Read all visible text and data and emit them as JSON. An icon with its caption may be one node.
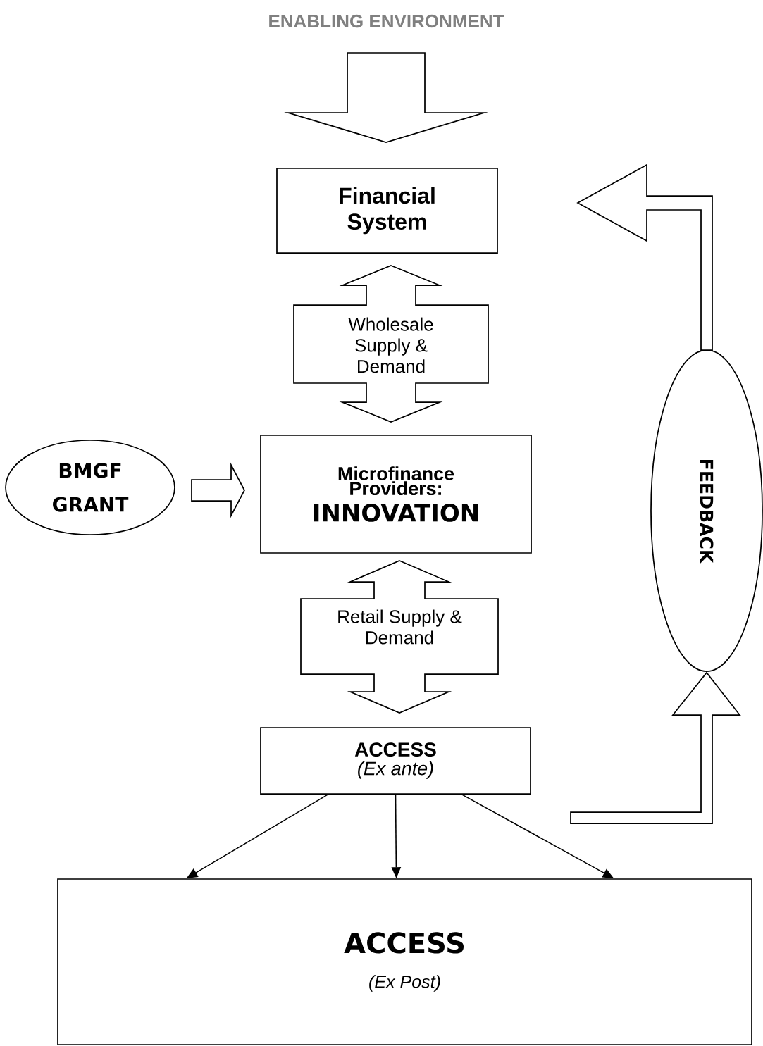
{
  "diagram": {
    "nodes": [
      {
        "text": [
          "ENABLING ENVIRONMENT"
        ]
      },
      {
        "text": [
          "Financial System"
        ]
      },
      {
        "text": [
          "Microfinance Providers:",
          "INNOVATION"
        ]
      },
      {
        "text": [
          "BMGF GRANT"
        ]
      },
      {
        "text": [
          "ACCESS",
          "(Ex ante)"
        ]
      },
      {
        "text": [
          "ACCESS",
          "(Ex Post)"
        ]
      },
      {
        "text": [
          "FEEDBACK"
        ]
      }
    ],
    "edges": [
      {
        "from": 0,
        "to": 1,
        "arrow": "to"
      },
      {
        "from": 1,
        "to": 2,
        "arrow": "both",
        "label": "Wholesale Supply & Demand"
      },
      {
        "from": 3,
        "to": 2,
        "arrow": "to"
      },
      {
        "from": 2,
        "to": 4,
        "arrow": "both",
        "label": "Retail Supply & Demand"
      },
      {
        "from": 4,
        "to": 5,
        "arrow": "to"
      },
      {
        "from": 4,
        "to": 5,
        "arrow": "to"
      },
      {
        "from": 4,
        "to": 5,
        "arrow": "to"
      },
      {
        "from": null,
        "to": 6,
        "arrow": "to"
      },
      {
        "from": 6,
        "to": 1,
        "arrow": "to"
      }
    ]
  }
}
